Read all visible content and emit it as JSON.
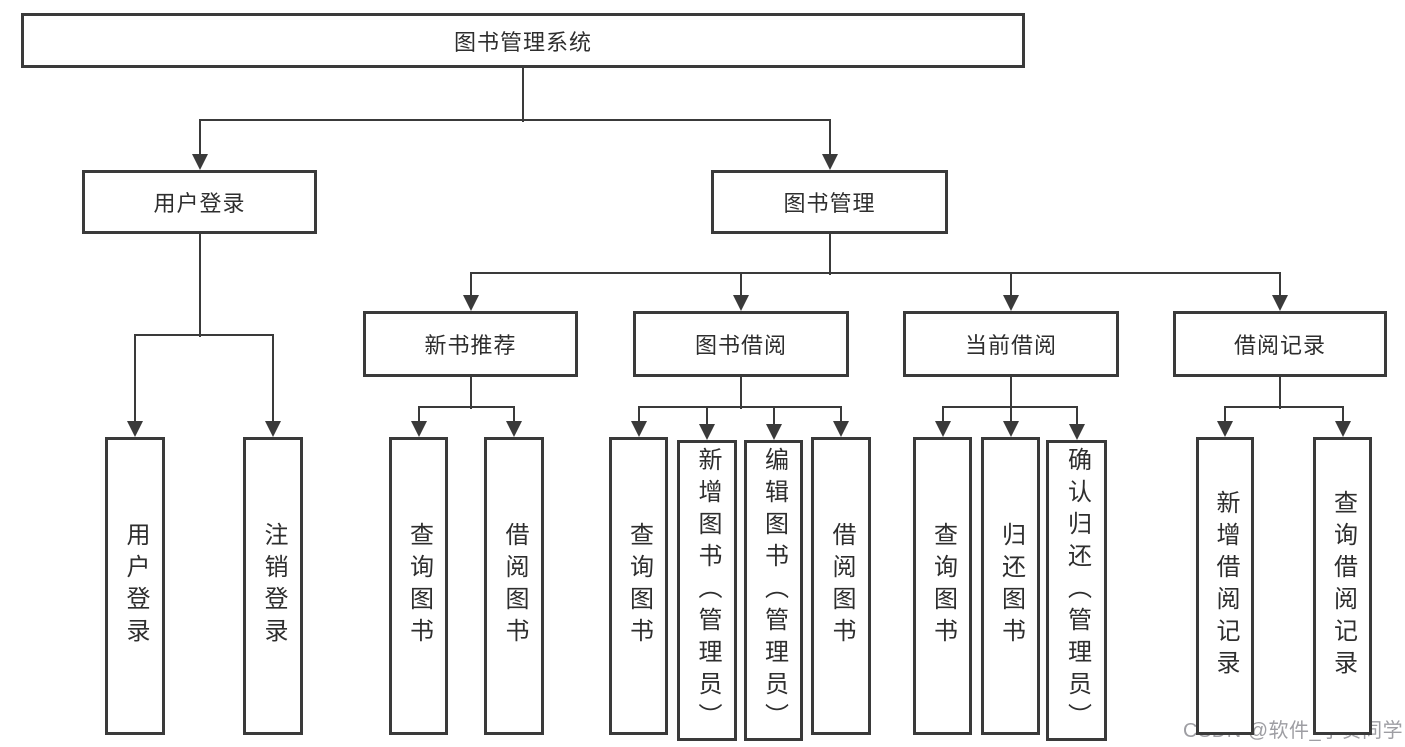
{
  "diagram": {
    "nodes": [
      {
        "id": "system",
        "label": "图书管理系统",
        "orientation": "horizontal"
      },
      {
        "id": "user-login",
        "label": "用户登录",
        "orientation": "horizontal"
      },
      {
        "id": "book-mgmt",
        "label": "图书管理",
        "orientation": "horizontal"
      },
      {
        "id": "new-book-rec",
        "label": "新书推荐",
        "orientation": "horizontal"
      },
      {
        "id": "book-borrow",
        "label": "图书借阅",
        "orientation": "horizontal"
      },
      {
        "id": "current-borrow",
        "label": "当前借阅",
        "orientation": "horizontal"
      },
      {
        "id": "borrow-records",
        "label": "借阅记录",
        "orientation": "horizontal"
      },
      {
        "id": "leaf-user-login",
        "label": "用户登录",
        "orientation": "vertical"
      },
      {
        "id": "leaf-logout",
        "label": "注销登录",
        "orientation": "vertical"
      },
      {
        "id": "leaf-query-book-1",
        "label": "查询图书",
        "orientation": "vertical"
      },
      {
        "id": "leaf-borrow-book-1",
        "label": "借阅图书",
        "orientation": "vertical"
      },
      {
        "id": "leaf-query-book-2",
        "label": "查询图书",
        "orientation": "vertical"
      },
      {
        "id": "leaf-add-book",
        "label": "新增图书（管理员）",
        "orientation": "vertical"
      },
      {
        "id": "leaf-edit-book",
        "label": "编辑图书（管理员）",
        "orientation": "vertical"
      },
      {
        "id": "leaf-borrow-book-2",
        "label": "借阅图书",
        "orientation": "vertical"
      },
      {
        "id": "leaf-query-book-3",
        "label": "查询图书",
        "orientation": "vertical"
      },
      {
        "id": "leaf-return-book",
        "label": "归还图书",
        "orientation": "vertical"
      },
      {
        "id": "leaf-confirm-return",
        "label": "确认归还（管理员）",
        "orientation": "vertical"
      },
      {
        "id": "leaf-add-record",
        "label": "新增借阅记录",
        "orientation": "vertical"
      },
      {
        "id": "leaf-query-record",
        "label": "查询借阅记录",
        "orientation": "vertical"
      }
    ],
    "edges": [
      {
        "from": "system",
        "to": [
          "user-login",
          "book-mgmt"
        ]
      },
      {
        "from": "user-login",
        "to": [
          "leaf-user-login",
          "leaf-logout"
        ]
      },
      {
        "from": "book-mgmt",
        "to": [
          "new-book-rec",
          "book-borrow",
          "current-borrow",
          "borrow-records"
        ]
      },
      {
        "from": "new-book-rec",
        "to": [
          "leaf-query-book-1",
          "leaf-borrow-book-1"
        ]
      },
      {
        "from": "book-borrow",
        "to": [
          "leaf-query-book-2",
          "leaf-add-book",
          "leaf-edit-book",
          "leaf-borrow-book-2"
        ]
      },
      {
        "from": "current-borrow",
        "to": [
          "leaf-query-book-3",
          "leaf-return-book",
          "leaf-confirm-return"
        ]
      },
      {
        "from": "borrow-records",
        "to": [
          "leaf-add-record",
          "leaf-query-record"
        ]
      }
    ]
  },
  "watermark": {
    "text": "CSDN @软件_小贺同学"
  },
  "colors": {
    "line": "#3a3a3a",
    "text": "#2e2e2e",
    "background": "#ffffff",
    "watermark": "#9e9ea3"
  }
}
